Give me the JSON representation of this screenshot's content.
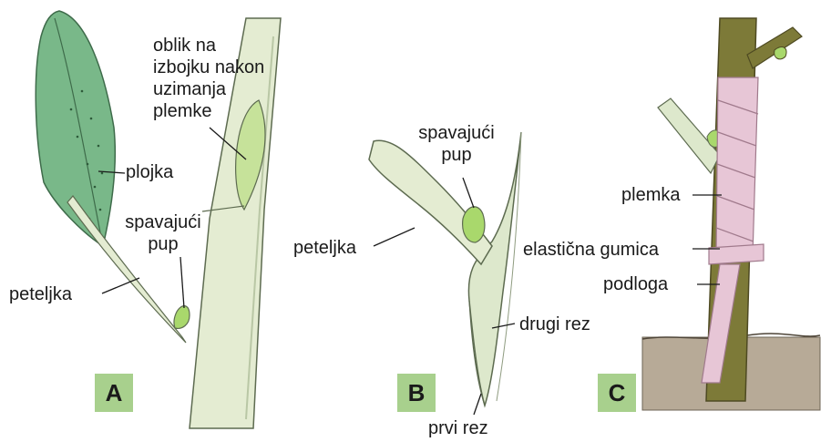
{
  "panels": [
    {
      "badge": "A",
      "labels": {
        "cut_shape": "oblik na izbojku nakon uzimanja plemke",
        "leaf_blade": "plojka",
        "dormant_bud": "spavajući pup",
        "petiole": "peteljka"
      }
    },
    {
      "badge": "B",
      "labels": {
        "dormant_bud": "spavajući pup",
        "petiole": "peteljka",
        "second_cut": "drugi rez",
        "first_cut": "prvi rez"
      }
    },
    {
      "badge": "C",
      "labels": {
        "scion": "plemka",
        "rubber_band": "elastična gumica",
        "rootstock": "podloga"
      }
    }
  ],
  "colors": {
    "badge_bg": "#a8d08d",
    "leaf": "#79b889",
    "stem": "#e4ecd2",
    "bud": "#a9d86c",
    "wrap": "#e7c6d6",
    "soil": "#b7aa97",
    "bark": "#7d7a38"
  }
}
